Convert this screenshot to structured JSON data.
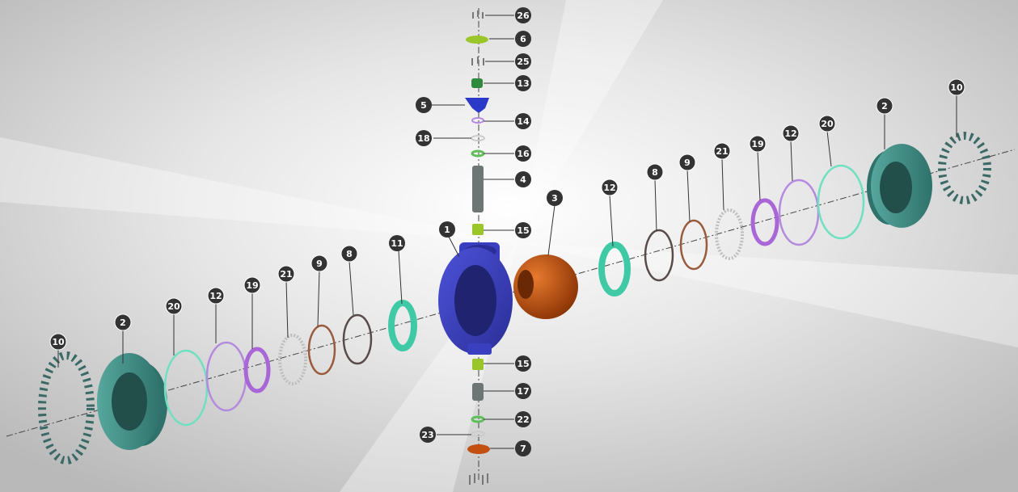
{
  "callouts": [
    {
      "id": "26",
      "label": "26"
    },
    {
      "id": "6",
      "label": "6"
    },
    {
      "id": "25",
      "label": "25"
    },
    {
      "id": "13",
      "label": "13"
    },
    {
      "id": "5",
      "label": "5"
    },
    {
      "id": "14",
      "label": "14"
    },
    {
      "id": "18",
      "label": "18"
    },
    {
      "id": "16",
      "label": "16"
    },
    {
      "id": "4",
      "label": "4"
    },
    {
      "id": "15t",
      "label": "15"
    },
    {
      "id": "1",
      "label": "1"
    },
    {
      "id": "3",
      "label": "3"
    },
    {
      "id": "11",
      "label": "11"
    },
    {
      "id": "15b",
      "label": "15"
    },
    {
      "id": "17",
      "label": "17"
    },
    {
      "id": "22",
      "label": "22"
    },
    {
      "id": "23",
      "label": "23"
    },
    {
      "id": "7",
      "label": "7"
    },
    {
      "id": "L10",
      "label": "10"
    },
    {
      "id": "L2",
      "label": "2"
    },
    {
      "id": "L20",
      "label": "20"
    },
    {
      "id": "L12",
      "label": "12"
    },
    {
      "id": "L19",
      "label": "19"
    },
    {
      "id": "L21",
      "label": "21"
    },
    {
      "id": "L9",
      "label": "9"
    },
    {
      "id": "L8",
      "label": "8"
    },
    {
      "id": "R12",
      "label": "12"
    },
    {
      "id": "R8",
      "label": "8"
    },
    {
      "id": "R9",
      "label": "9"
    },
    {
      "id": "R21",
      "label": "21"
    },
    {
      "id": "R19",
      "label": "19"
    },
    {
      "id": "R12b",
      "label": "12"
    },
    {
      "id": "R20",
      "label": "20"
    },
    {
      "id": "R2",
      "label": "2"
    },
    {
      "id": "R10",
      "label": "10"
    }
  ],
  "colors": {
    "body": "#3a3fbf",
    "ball": "#c2510f",
    "flange": "#3f8f86",
    "seat": "#4fd0ae",
    "purple_ring": "#a866d6",
    "gray_ring": "#bdbdbd",
    "brown_ring": "#9a5a3c",
    "dark_ring": "#5a4b4b",
    "green_part": "#9ac629",
    "badge": "#333333"
  }
}
